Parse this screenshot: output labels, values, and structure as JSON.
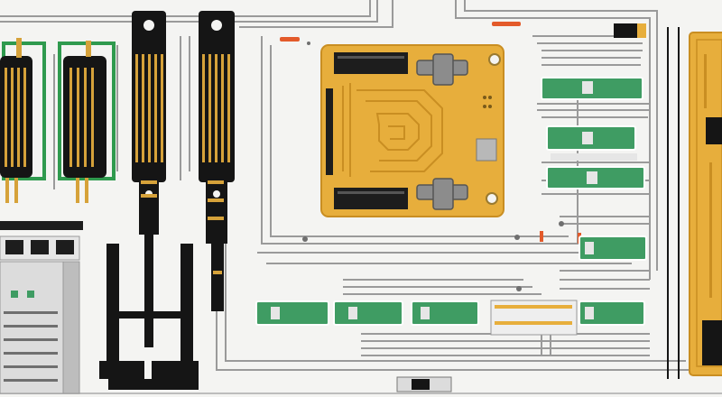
{
  "scene": {
    "description_kind": "illustration",
    "palette": {
      "background": "#f4f4f2",
      "trace": "#9a9a9a",
      "trace_dark": "#6f6f6f",
      "board_gold": "#e7ae3c",
      "board_gold_edge": "#c98e22",
      "pcb_green": "#2f9a4e",
      "module_green": "#3f9c63",
      "strip_black": "#151515",
      "header_black": "#1d1d1d",
      "pin_gold": "#d6a23a",
      "accent_orange": "#e35a2a",
      "sheet_grey": "#dcdcdc"
    },
    "elements": {
      "main_board": "gold-dev-board",
      "left_boards": "vertical-dip-boards",
      "tall_strips": "black-pcb-strips",
      "right_modules": "green-module-cards",
      "bottom_modules": "green-module-row",
      "left_panel": "grey-breadboard-panel",
      "right_board": "gold-side-board"
    }
  }
}
